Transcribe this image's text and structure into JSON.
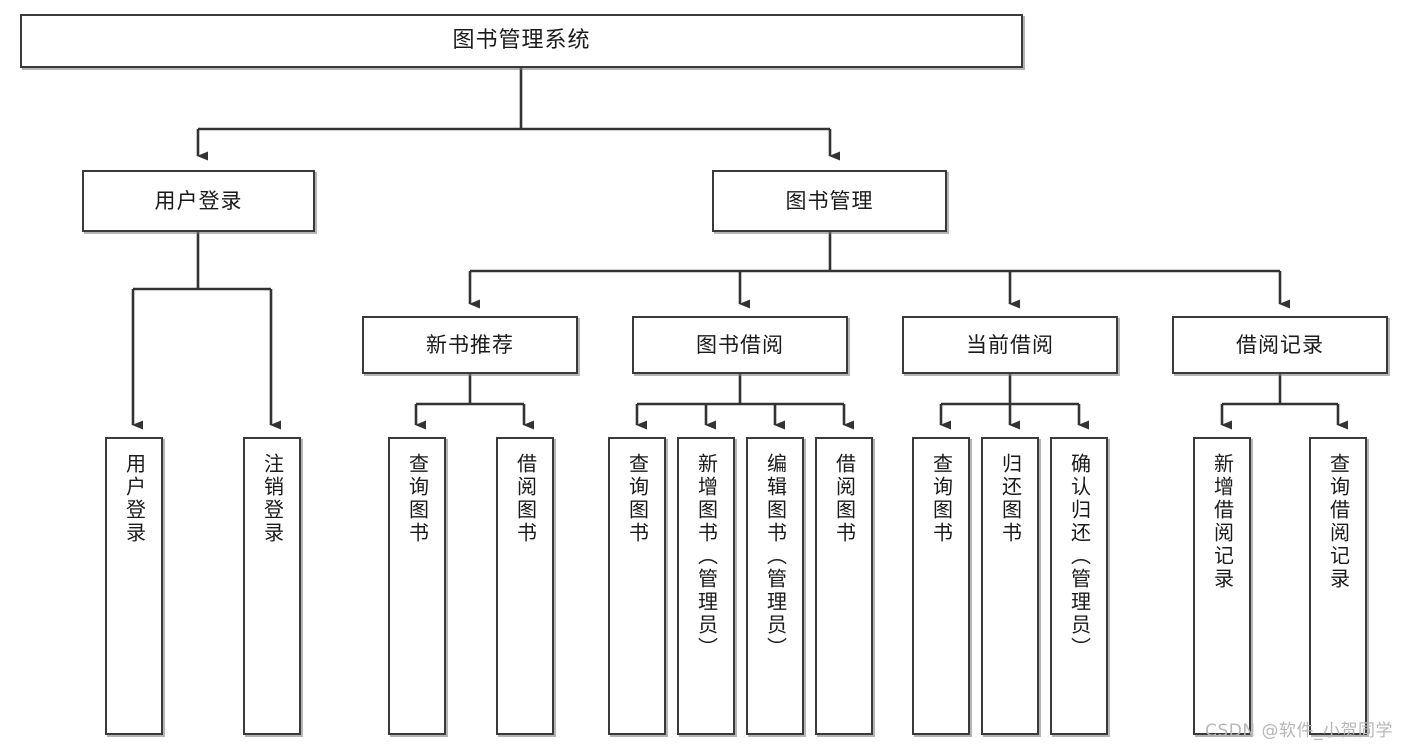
{
  "diagram": {
    "title": "图书管理系统",
    "type": "hierarchy-tree",
    "watermark": "CSDN @软件_小贺同学",
    "colors": {
      "border": "#3a3a3a",
      "background": "#ffffff",
      "text": "#1a1a1a",
      "connector": "#333333",
      "watermark": "#b7b7b7"
    }
  },
  "nodes": {
    "root": {
      "label": "图书管理系统"
    },
    "level2": [
      {
        "id": "user-login",
        "label": "用户登录"
      },
      {
        "id": "book-manage",
        "label": "图书管理"
      }
    ],
    "level3": [
      {
        "id": "new-book-recommend",
        "label": "新书推荐"
      },
      {
        "id": "book-borrow",
        "label": "图书借阅"
      },
      {
        "id": "current-borrow",
        "label": "当前借阅"
      },
      {
        "id": "borrow-record",
        "label": "借阅记录"
      }
    ],
    "leaves": {
      "user_login": [
        {
          "id": "leaf-user-login",
          "label": "用户登录"
        },
        {
          "id": "leaf-user-logout",
          "label": "注销登录"
        }
      ],
      "new_book_recommend": [
        {
          "id": "leaf-query-book-1",
          "label": "查询图书"
        },
        {
          "id": "leaf-borrow-book-1",
          "label": "借阅图书"
        }
      ],
      "book_borrow": [
        {
          "id": "leaf-query-book-2",
          "label": "查询图书"
        },
        {
          "id": "leaf-add-book",
          "label": "新增图书（管理员）"
        },
        {
          "id": "leaf-edit-book",
          "label": "编辑图书（管理员）"
        },
        {
          "id": "leaf-borrow-book-2",
          "label": "借阅图书"
        }
      ],
      "current_borrow": [
        {
          "id": "leaf-query-book-3",
          "label": "查询图书"
        },
        {
          "id": "leaf-return-book",
          "label": "归还图书"
        },
        {
          "id": "leaf-confirm-return",
          "label": "确认归还（管理员）"
        }
      ],
      "borrow_record": [
        {
          "id": "leaf-add-record",
          "label": "新增借阅记录"
        },
        {
          "id": "leaf-query-record",
          "label": "查询借阅记录"
        }
      ]
    }
  }
}
